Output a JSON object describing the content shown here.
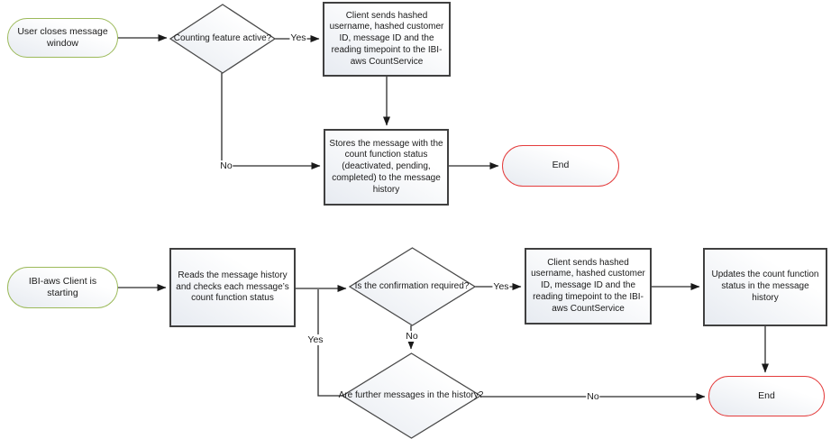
{
  "diagram": {
    "title": "IBI-aws message count flowchart",
    "colors": {
      "start_border": "#9cba5a",
      "end_border": "#e43d3d",
      "process_border": "#404040",
      "decision_border": "#4a4a4a",
      "connector": "#1a1a1a",
      "shape_fill_light": "#ffffff",
      "shape_fill_dark": "#e7ebf1",
      "text": "#1a1a1a",
      "background": "#ffffff"
    },
    "flow_top": {
      "start": {
        "label": "User closes message window"
      },
      "decision_counting": {
        "label": "Counting feature active?"
      },
      "process_send": {
        "label": "Client sends hashed username, hashed customer ID, message ID and the reading timepoint to the IBI-aws CountService"
      },
      "process_store": {
        "label": "Stores the message with the count function status (deactivated, pending, completed) to the message history"
      },
      "end": {
        "label": "End"
      },
      "edge_yes": "Yes",
      "edge_no": "No"
    },
    "flow_bottom": {
      "start": {
        "label": "IBI-aws Client is starting"
      },
      "process_read": {
        "label": "Reads the message history and checks each message’s count function status"
      },
      "decision_confirmation": {
        "label": "Is the confirmation required?"
      },
      "process_send": {
        "label": "Client sends hashed username, hashed customer ID, message ID and the reading timepoint to the IBI-aws CountService"
      },
      "process_update": {
        "label": "Updates the count function status in the message history"
      },
      "decision_further": {
        "label": "Are further messages in the history?"
      },
      "end": {
        "label": "End"
      },
      "edge_confirmation_yes": "Yes",
      "edge_confirmation_no": "No",
      "edge_further_yes": "Yes",
      "edge_further_no": "No"
    }
  }
}
